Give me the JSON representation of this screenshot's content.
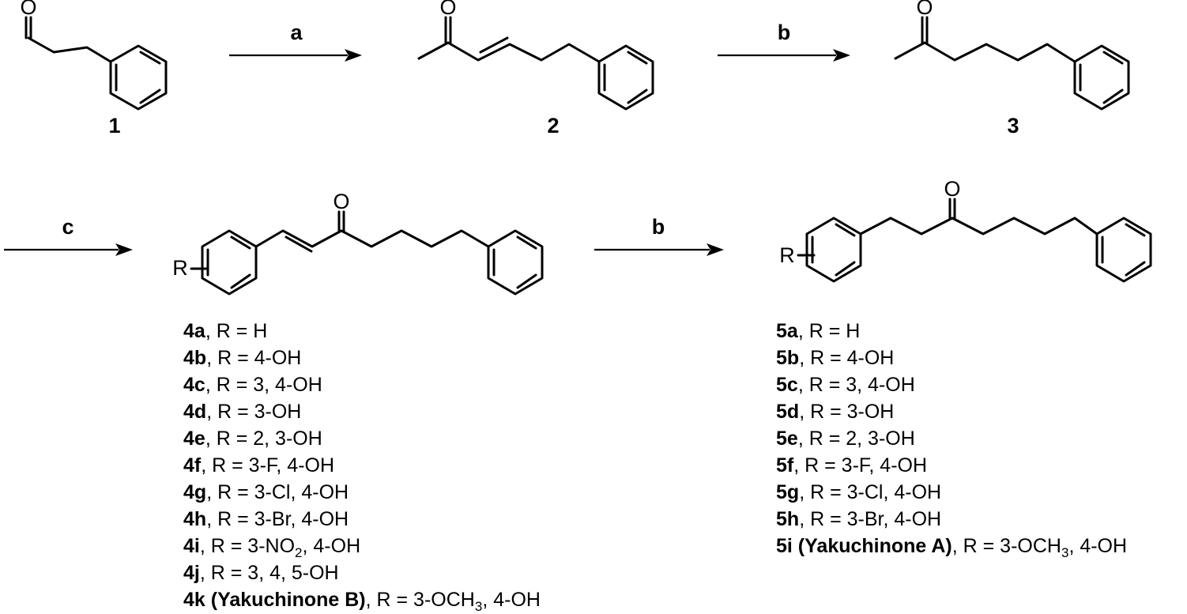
{
  "compounds": {
    "c1": "1",
    "c2": "2",
    "c3": "3"
  },
  "atoms": {
    "oxygen": "O",
    "r_group": "R"
  },
  "reagents": {
    "step1": "a",
    "step2": "b",
    "step3": "c",
    "step4": "b"
  },
  "series4": [
    {
      "id": "4a",
      "text": ", R = H"
    },
    {
      "id": "4b",
      "text": ", R = 4-OH"
    },
    {
      "id": "4c",
      "text": ", R = 3, 4-OH"
    },
    {
      "id": "4d",
      "text": ", R = 3-OH"
    },
    {
      "id": "4e",
      "text": ", R = 2, 3-OH"
    },
    {
      "id": "4f",
      "text": ", R = 3-F, 4-OH"
    },
    {
      "id": "4g",
      "text": ", R = 3-Cl, 4-OH"
    },
    {
      "id": "4h",
      "text": ", R = 3-Br, 4-OH"
    },
    {
      "id": "4i",
      "pre": ", R = 3-NO",
      "sub": "2",
      "post": ", 4-OH"
    },
    {
      "id": "4j",
      "text": ", R = 3, 4, 5-OH"
    },
    {
      "id": "4k (Yakuchinone B)",
      "pre": ", R = 3-OCH",
      "sub": "3",
      "post": ", 4-OH"
    }
  ],
  "series5": [
    {
      "id": "5a",
      "text": ", R = H"
    },
    {
      "id": "5b",
      "text": ", R = 4-OH"
    },
    {
      "id": "5c",
      "text": ", R = 3, 4-OH"
    },
    {
      "id": "5d",
      "text": ", R = 3-OH"
    },
    {
      "id": "5e",
      "text": ", R = 2, 3-OH"
    },
    {
      "id": "5f",
      "text": ", R = 3-F, 4-OH"
    },
    {
      "id": "5g",
      "text": ", R = 3-Cl, 4-OH"
    },
    {
      "id": "5h",
      "text": ", R = 3-Br, 4-OH"
    },
    {
      "id": "5i (Yakuchinone A)",
      "pre": ", R = 3-OCH",
      "sub": "3",
      "post": ", 4-OH"
    }
  ]
}
